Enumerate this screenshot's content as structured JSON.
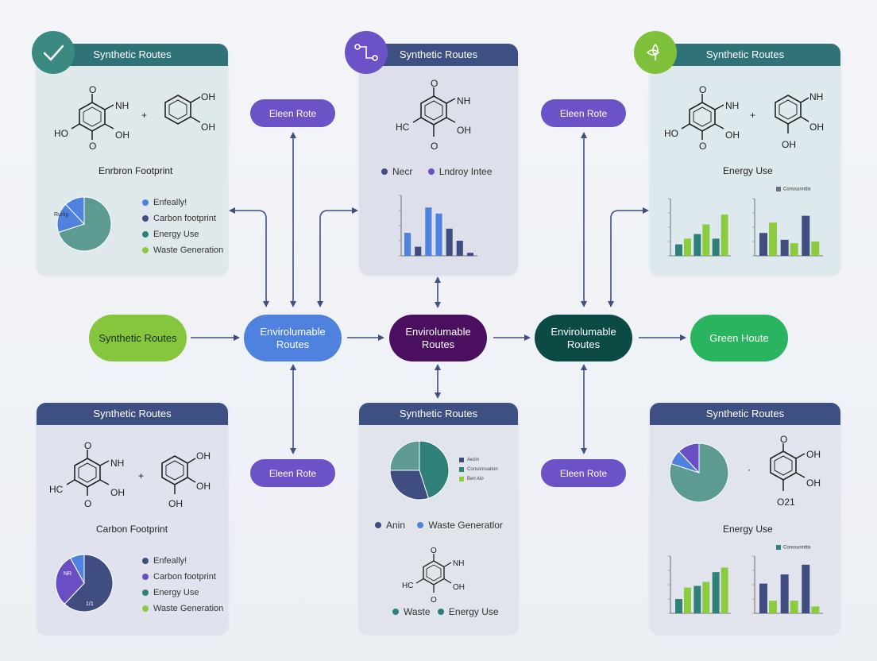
{
  "colors": {
    "teal_dark": "#2f7378",
    "navy": "#3e4f84",
    "purple": "#6b52c6",
    "blue": "#4f7fdc",
    "green_light": "#86c63d",
    "green": "#2bb45f",
    "deep_purple": "#4a0f5f",
    "deep_teal": "#0c4a45",
    "series_teal": "#2f8078",
    "series_navy": "#3f4d80",
    "series_blue": "#4f82de",
    "series_purple": "#6a4fc4",
    "series_green": "#8ccb3f",
    "series_sage": "#5d9b92"
  },
  "icons": {
    "tl": "checkmark-icon",
    "tc": "route-icon",
    "tr": "leaf-icon"
  },
  "panels": {
    "top_left": {
      "title": "Synthetic Routes",
      "mol_a": {
        "o_top": "O",
        "nh": "NH",
        "ho": "HO",
        "oh2": "OH",
        "o_bottom": "O"
      },
      "plus": "+",
      "mol_b": {
        "oh1": "OH",
        "oh2": "OH"
      },
      "caption": "Enrbron Footprint",
      "pie_label": "Rurlig",
      "legend": [
        "Enfeally!",
        "Carbon footprint",
        "Energy Use",
        "Waste Generation"
      ]
    },
    "top_center": {
      "title": "Synthetic Routes",
      "mol": {
        "o_top": "O",
        "nh": "NH",
        "hc": "HC",
        "oh2": "OH",
        "o_bottom": "O"
      },
      "legend": [
        "Necr",
        "Lndroy Intee"
      ]
    },
    "top_right": {
      "title": "Synthetic Routes",
      "mol_a": {
        "o_top": "O",
        "nh": "NH",
        "ho": "HO",
        "oh2": "OH",
        "o_bottom": "O"
      },
      "plus": "+",
      "mol_b": {
        "nh": "NH",
        "oh2": "OH",
        "oh": "OH"
      },
      "caption": "Energy Use",
      "chart_legend": "Conssunnttix"
    },
    "bottom_left": {
      "title": "Synthetic Routes",
      "mol_a": {
        "o_top": "O",
        "nh": "NH",
        "hc": "HC",
        "oh2": "OH",
        "o_bottom": "O"
      },
      "plus": "+",
      "mol_b": {
        "oh": "OH",
        "oh2": "OH",
        "oh3": "OH"
      },
      "caption": "Carbon Footprint",
      "pie_labels": [
        "NR",
        "1/1"
      ],
      "legend": [
        "Enfeally!",
        "Carbon footprint",
        "Energy Use",
        "Waste Generation"
      ]
    },
    "bottom_center": {
      "title": "Synthetic Routes",
      "pie_legend": [
        "Aezin",
        "Conssnruation",
        "Berl Alo"
      ],
      "legend_a": [
        "Anin",
        "Waste Generatlor"
      ],
      "mol": {
        "o_top": "O",
        "nh": "NH",
        "hc": "HC",
        "oh2": "OH",
        "o_bottom": "O"
      },
      "legend_b": [
        "Waste",
        "Energy Use"
      ]
    },
    "bottom_right": {
      "title": "Synthetic Routes",
      "dot": "·",
      "mol": {
        "o_top": "O",
        "oh": "OH",
        "oh2": "OH",
        "o21": "O21"
      },
      "caption": "Energy Use",
      "chart_legend": "Conssunnttix"
    }
  },
  "flow": {
    "start": "Synthetic Routes",
    "node1": "Envirolumable Routes",
    "node2": "Envirolumable Routes",
    "node3": "Envirolumable Routes",
    "end": "Green Houte",
    "labels": [
      "Eleen Rote",
      "Eleen Rote",
      "Eleen Rote",
      "Eleen Rote"
    ]
  },
  "chart_data": [
    {
      "type": "bar",
      "panel": "top_center",
      "colors": [
        "#4f82de",
        "#3f4d80",
        "#4f82de",
        "#4f82de",
        "#3f4d80",
        "#3f4d80",
        "#3f4d80"
      ],
      "values": [
        38,
        15,
        80,
        70,
        45,
        25,
        5
      ]
    },
    {
      "type": "bar",
      "panel": "top_right_a",
      "series": [
        {
          "color": "#2f8078",
          "values": [
            20,
            38,
            30
          ]
        },
        {
          "color": "#8ccb3f",
          "values": [
            30,
            55,
            72
          ]
        }
      ]
    },
    {
      "type": "bar",
      "panel": "top_right_b",
      "series": [
        {
          "color": "#3f4d80",
          "values": [
            40,
            28,
            70
          ]
        },
        {
          "color": "#8ccb3f",
          "values": [
            58,
            22,
            25
          ]
        }
      ]
    },
    {
      "type": "bar",
      "panel": "bottom_right_a",
      "series": [
        {
          "color": "#2f8078",
          "values": [
            25,
            48,
            72
          ]
        },
        {
          "color": "#8ccb3f",
          "values": [
            45,
            55,
            80
          ]
        }
      ]
    },
    {
      "type": "bar",
      "panel": "bottom_right_b",
      "series": [
        {
          "color": "#3f4d80",
          "values": [
            52,
            68,
            85
          ]
        },
        {
          "color": "#8ccb3f",
          "values": [
            22,
            22,
            12
          ]
        }
      ]
    },
    {
      "type": "pie",
      "panel": "top_left",
      "values": [
        70,
        18,
        12
      ],
      "colors": [
        "#5d9b92",
        "#4f82de",
        "#4f82de"
      ]
    },
    {
      "type": "pie",
      "panel": "bottom_left",
      "values": [
        62,
        30,
        8
      ],
      "colors": [
        "#3f4d80",
        "#6a4fc4",
        "#4f82de"
      ]
    },
    {
      "type": "pie",
      "panel": "bottom_center",
      "values": [
        45,
        30,
        25
      ],
      "colors": [
        "#2f8078",
        "#3f4d80",
        "#5d9b92"
      ]
    },
    {
      "type": "pie",
      "panel": "bottom_right",
      "values": [
        80,
        8,
        12
      ],
      "colors": [
        "#5d9b92",
        "#4f82de",
        "#6a4fc4"
      ]
    }
  ]
}
